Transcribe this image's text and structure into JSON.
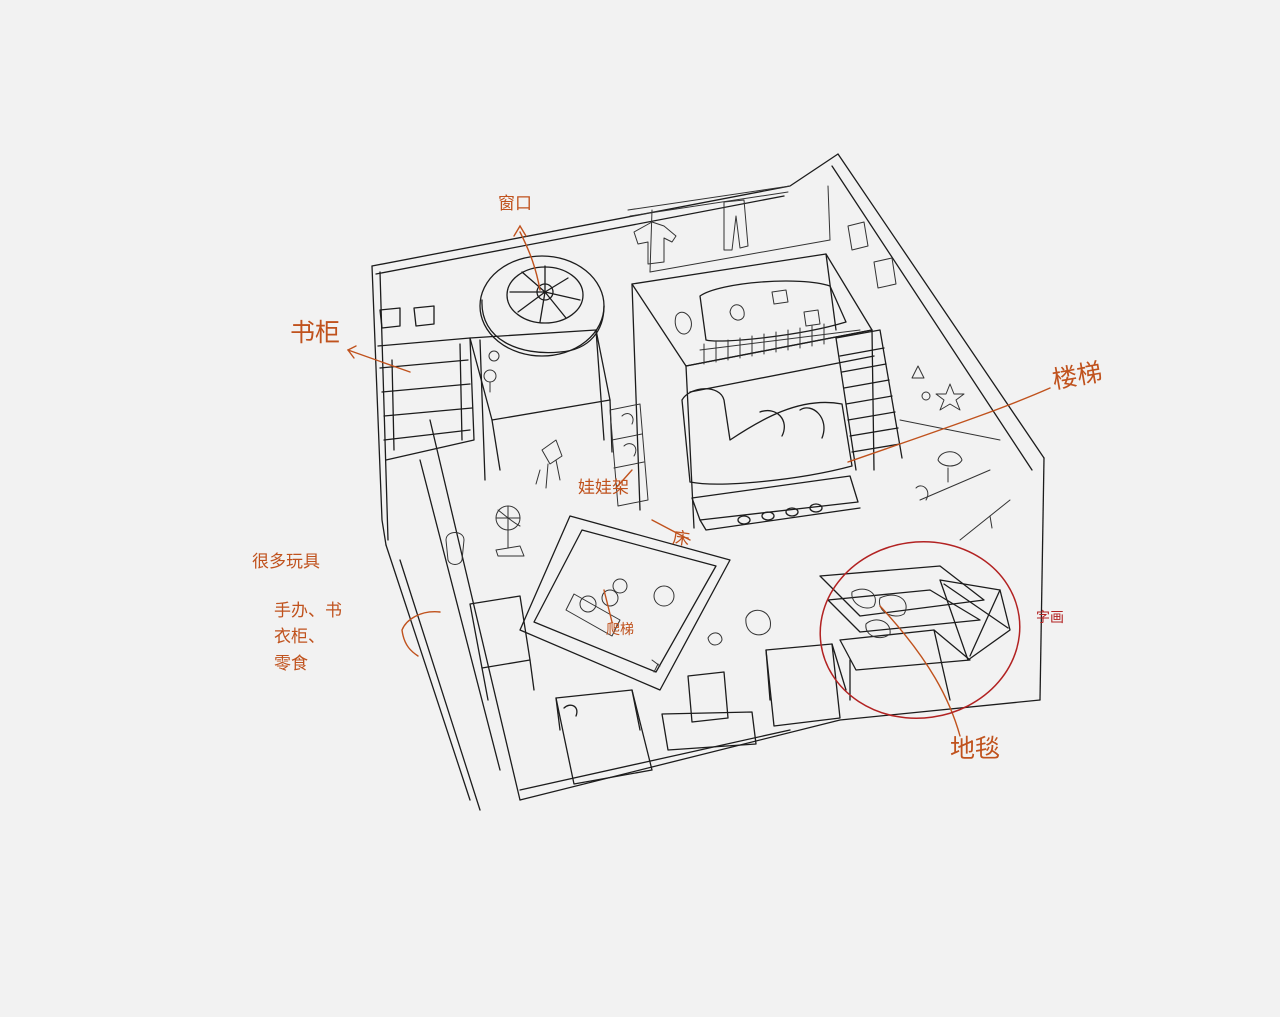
{
  "colors": {
    "background": "#f2f2f2",
    "ink": "#1c1c1c",
    "annotation": "#c0521d",
    "highlight_circle": "#b22222"
  },
  "annotations": {
    "window": "窗口",
    "cabinet": "书柜",
    "stairs": "楼梯",
    "carpet": "地毯",
    "doll_rack": "娃娃架",
    "bed": "床",
    "ladder": "爬梯",
    "toys_label": "很多玩具",
    "toys_items": [
      "手办、书",
      "衣柜、",
      "零食"
    ],
    "right_note": "字画"
  }
}
